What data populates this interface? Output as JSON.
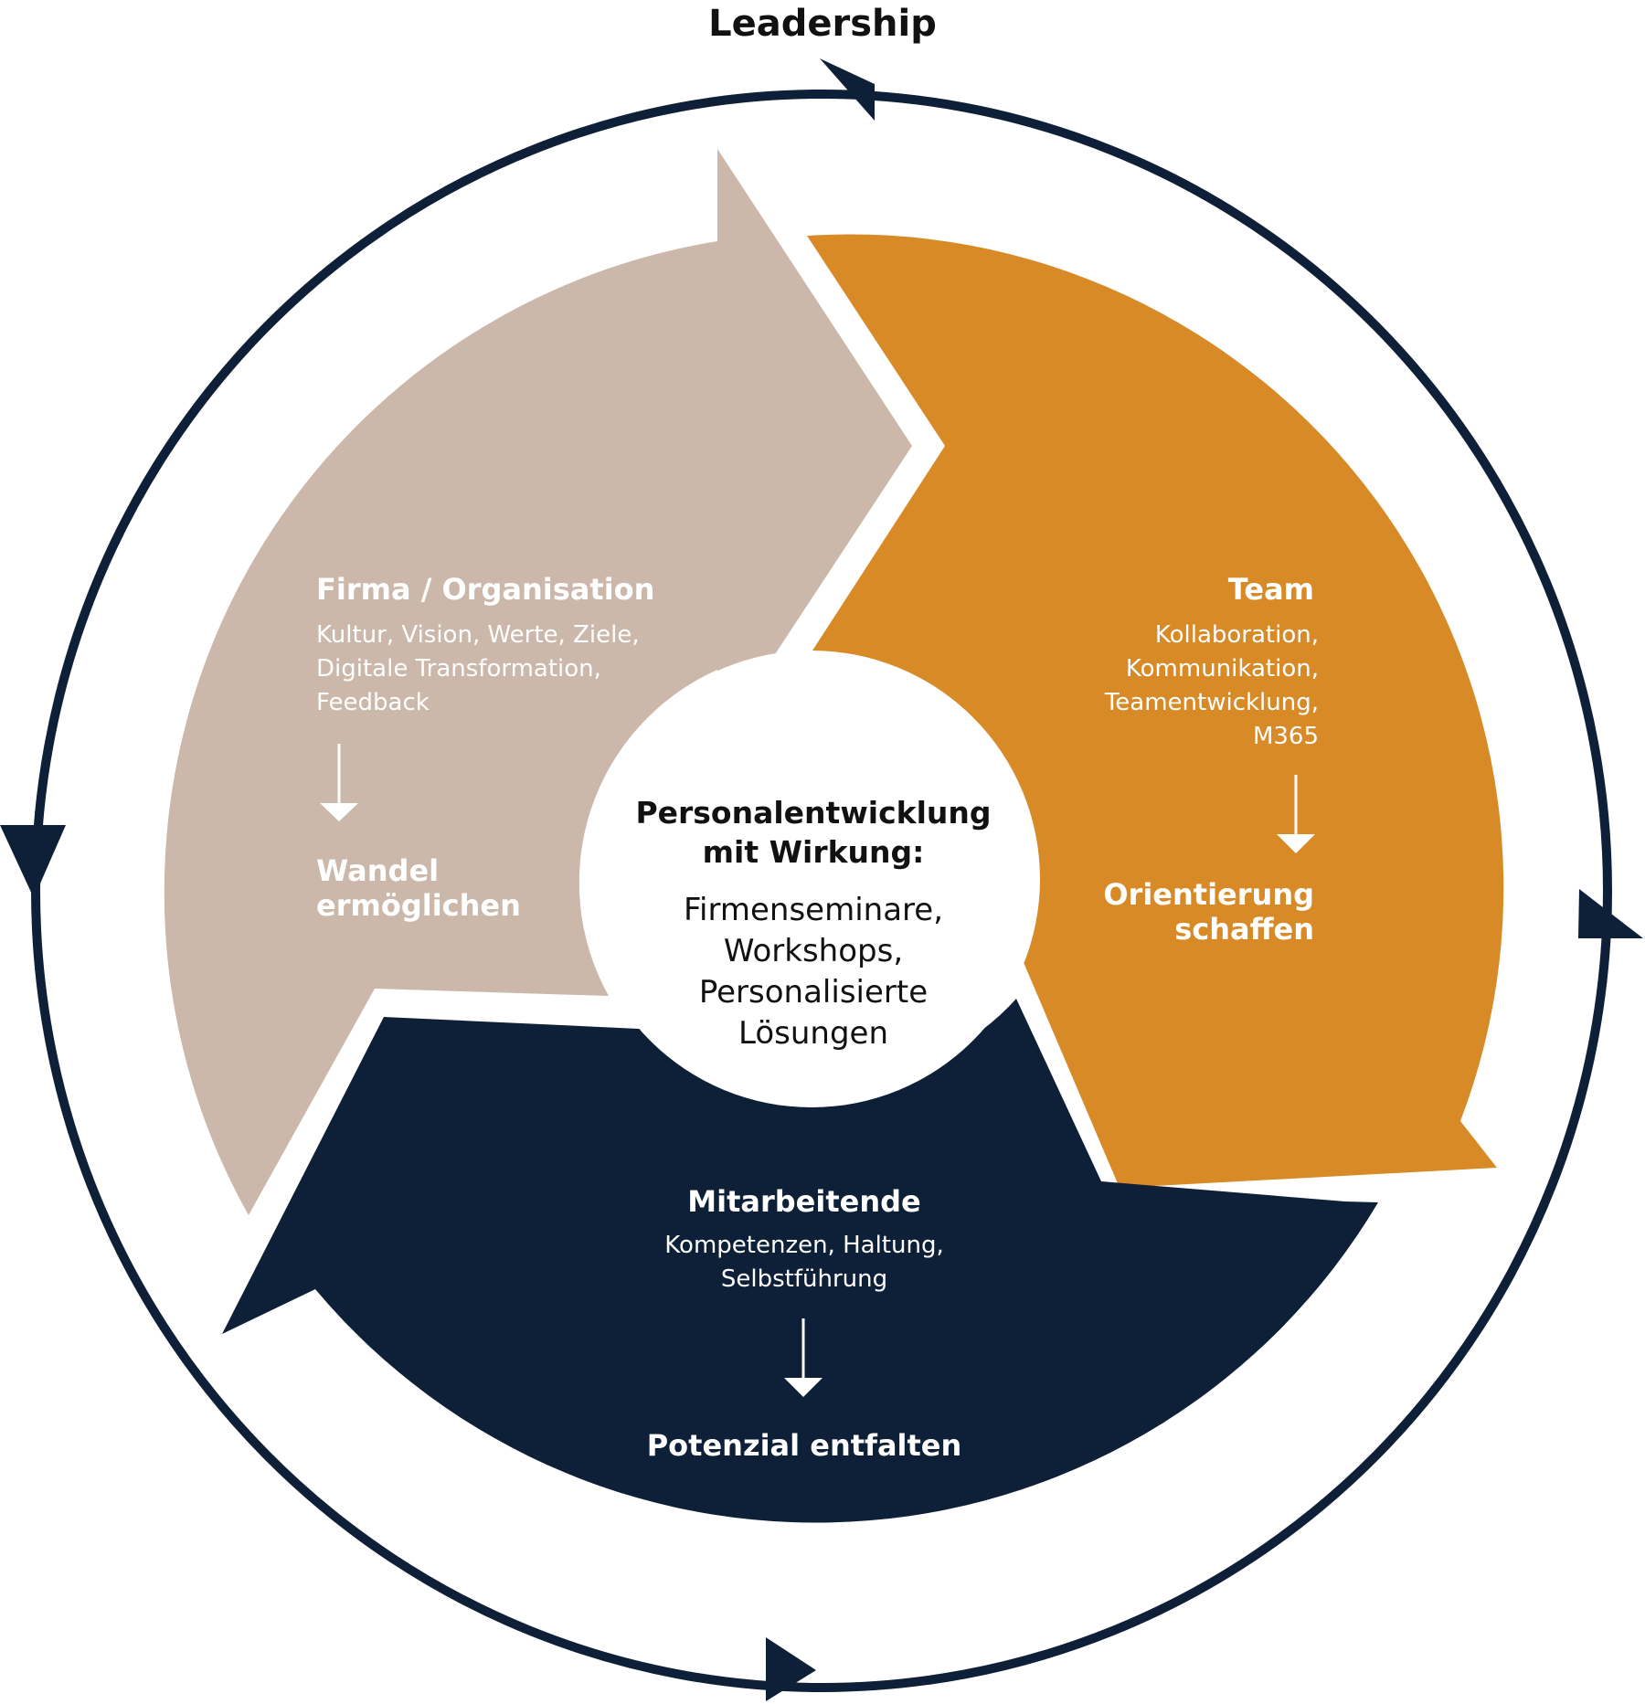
{
  "title": "Leadership",
  "colors": {
    "navy": "#0e1f38",
    "beige": "#cbb8aa",
    "orange": "#d88a27",
    "white": "#ffffff",
    "text_dark": "#111111"
  },
  "center": {
    "title": "Personalentwicklung\nmit Wirkung:",
    "items": "Firmenseminare,\nWorkshops,\nPersonalisierte\nLösungen"
  },
  "sections": [
    {
      "id": "firma",
      "title": "Firma / Organisation",
      "description": "Kultur, Vision, Werte, Ziele,\nDigitale Transformation,\nFeedback",
      "result": "Wandel\nermöglichen",
      "color": "beige"
    },
    {
      "id": "team",
      "title": "Team",
      "description": "Kollaboration,\nKommunikation,\nTeamentwicklung,\nM365",
      "result": "Orientierung\nschaffen",
      "color": "orange"
    },
    {
      "id": "mitarbeitende",
      "title": "Mitarbeitende",
      "description": "Kompetenzen, Haltung,\nSelbstführung",
      "result": "Potenzial entfalten",
      "color": "navy"
    }
  ],
  "outer_cycle": {
    "direction": "counter-clockwise",
    "arrowheads": [
      "top-left-pointing",
      "left-down-pointing",
      "bottom-right-pointing",
      "right-up-pointing"
    ]
  }
}
